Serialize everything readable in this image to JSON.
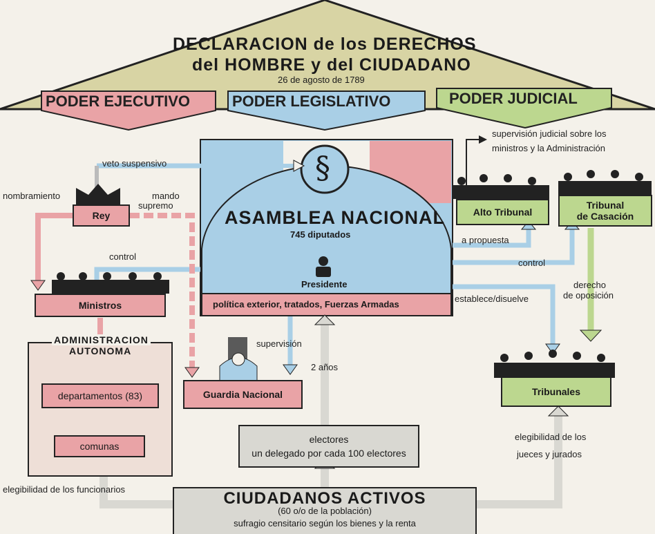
{
  "header": {
    "title_line1": "DECLARACION de los DERECHOS",
    "title_line2": "del HOMBRE y del CIUDADANO",
    "date": "26 de agosto de 1789"
  },
  "powers": {
    "ejecutivo": "PODER EJECUTIVO",
    "legislativo": "PODER LEGISLATIVO",
    "judicial": "PODER JUDICIAL"
  },
  "assembly": {
    "title": "ASAMBLEA NACIONAL",
    "deputies": "745 diputados",
    "president": "Presidente",
    "competences": "política exterior, tratados, Fuerzas Armadas",
    "symbol": "§"
  },
  "boxes": {
    "rey": "Rey",
    "ministros": "Ministros",
    "admin_line1": "ADMINISTRACION",
    "admin_line2": "AUTONOMA",
    "departamentos": "departamentos (83)",
    "comunas": "comunas",
    "guardia": "Guardia Nacional",
    "alto_tribunal": "Alto Tribunal",
    "tribunal_casacion_line1": "Tribunal",
    "tribunal_casacion_line2": "de Casación",
    "tribunales": "Tribunales",
    "electores_line1": "electores",
    "electores_line2": "un delegado por cada 100 electores",
    "ciudadanos_title": "CIUDADANOS ACTIVOS",
    "ciudadanos_pct": "(60 o/o de la población)",
    "ciudadanos_sufragio": "sufragio censitario según los bienes y la renta"
  },
  "labels": {
    "veto": "veto suspensivo",
    "nombramiento": "nombramiento",
    "mando_line1": "mando",
    "mando_line2": "supremo",
    "control_left": "control",
    "supervision": "supervisión",
    "dos_anos": "2 años",
    "supervision_judicial_line1": "supervisión judicial sobre  los",
    "supervision_judicial_line2": "ministros y la Administración",
    "a_propuesta": "a propuesta",
    "control_right": "control",
    "establece": "establece/disuelve",
    "derecho_line1": "derecho",
    "derecho_line2": "de oposición",
    "elegibilidad_jueces_line1": "elegibilidad de los",
    "elegibilidad_jueces_line2": "jueces y jurados",
    "elegibilidad_funcionarios": "elegibilidad de los funcionarios"
  },
  "colors": {
    "pink": "#e9a3a6",
    "blue": "#a9cfe6",
    "green": "#bcd78f",
    "olive": "#d8d4a4",
    "grey": "#d9d8d2"
  }
}
